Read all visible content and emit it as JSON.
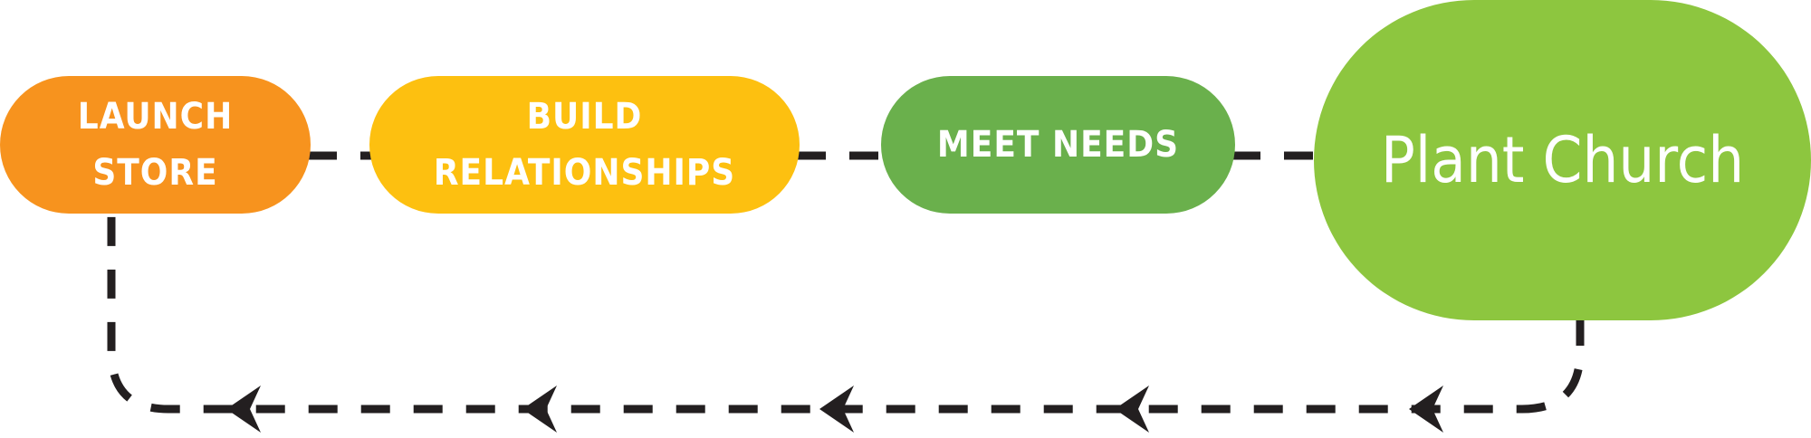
{
  "nodes": [
    {
      "id": "launch-store",
      "lines": [
        "LAUNCH",
        "STORE"
      ],
      "color": "#F7931E"
    },
    {
      "id": "build-relationships",
      "lines": [
        "BUILD",
        "RELATIONSHIPS"
      ],
      "color": "#FDC010"
    },
    {
      "id": "meet-needs",
      "lines": [
        "MEET NEEDS"
      ],
      "color": "#6AB04C"
    },
    {
      "id": "plant-church",
      "lines": [
        "Plant Church"
      ],
      "color": "#8DC63F"
    }
  ],
  "edges": [
    {
      "from": "launch-store",
      "to": "build-relationships",
      "style": "dashed"
    },
    {
      "from": "build-relationships",
      "to": "meet-needs",
      "style": "dashed"
    },
    {
      "from": "meet-needs",
      "to": "plant-church",
      "style": "dashed"
    },
    {
      "from": "plant-church",
      "to": "launch-store",
      "style": "dashed",
      "arrow": "left",
      "arrow_count": 5
    }
  ],
  "line_color": "#231F20"
}
